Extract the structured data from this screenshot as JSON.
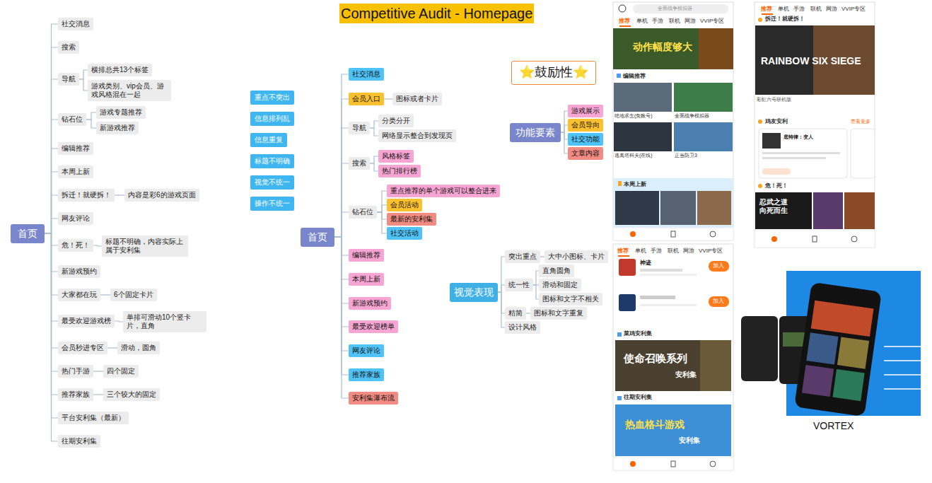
{
  "diagram": {
    "title": "Competitive Audit - Homepage",
    "nodes": [
      {
        "text": [
          "首页"
        ]
      },
      {
        "text": [
          "社交消息"
        ]
      },
      {
        "text": [
          "搜索"
        ]
      },
      {
        "text": [
          "导航"
        ]
      },
      {
        "text": [
          "横排总共13个标签"
        ]
      },
      {
        "text": [
          "游戏类别、vip会员、游戏风格混在一起"
        ]
      },
      {
        "text": [
          "钻石位"
        ]
      },
      {
        "text": [
          "游戏专题推荐"
        ]
      },
      {
        "text": [
          "新游戏推荐"
        ]
      },
      {
        "text": [
          "编辑推荐"
        ]
      },
      {
        "text": [
          "本周上新"
        ]
      },
      {
        "text": [
          "拆迁！就硬拆！"
        ]
      },
      {
        "text": [
          "内容是彩6的游戏页面"
        ]
      },
      {
        "text": [
          "网友评论"
        ]
      },
      {
        "text": [
          "危！死！"
        ]
      },
      {
        "text": [
          "标题不明确，内容实际上属于安利集"
        ]
      },
      {
        "text": [
          "新游戏预约"
        ]
      },
      {
        "text": [
          "大家都在玩"
        ]
      },
      {
        "text": [
          "6个固定卡片"
        ]
      },
      {
        "text": [
          "最受欢迎游戏榜"
        ]
      },
      {
        "text": [
          "单排可滑动10个竖卡片，直角"
        ]
      },
      {
        "text": [
          "会员秒进专区"
        ]
      },
      {
        "text": [
          "滑动，圆角"
        ]
      },
      {
        "text": [
          "热门手游"
        ]
      },
      {
        "text": [
          "四个固定"
        ]
      },
      {
        "text": [
          "推荐家族"
        ]
      },
      {
        "text": [
          "三个较大的固定"
        ]
      },
      {
        "text": [
          "平台安利集（最新）"
        ]
      },
      {
        "text": [
          "往期安利集"
        ]
      },
      {
        "text": [
          "重点不突出"
        ]
      },
      {
        "text": [
          "信息排列乱"
        ]
      },
      {
        "text": [
          "信息重复"
        ]
      },
      {
        "text": [
          "标题不明确"
        ]
      },
      {
        "text": [
          "视觉不统一"
        ]
      },
      {
        "text": [
          "操作不统一"
        ]
      },
      {
        "text": [
          "首页"
        ]
      },
      {
        "text": [
          "社交消息"
        ]
      },
      {
        "text": [
          "会员入口"
        ]
      },
      {
        "text": [
          "图标或者卡片"
        ]
      },
      {
        "text": [
          "导航"
        ]
      },
      {
        "text": [
          "分类分开"
        ]
      },
      {
        "text": [
          "网络显示整合到发现页"
        ]
      },
      {
        "text": [
          "搜索"
        ]
      },
      {
        "text": [
          "风格标签"
        ]
      },
      {
        "text": [
          "热门排行榜"
        ]
      },
      {
        "text": [
          "钻石位"
        ]
      },
      {
        "text": [
          "重点推荐的单个游戏可以整合进来"
        ]
      },
      {
        "text": [
          "会员活动"
        ]
      },
      {
        "text": [
          "最新的安利集"
        ]
      },
      {
        "text": [
          "社交活动"
        ]
      },
      {
        "text": [
          "编辑推荐"
        ]
      },
      {
        "text": [
          "本周上新"
        ]
      },
      {
        "text": [
          "新游戏预约"
        ]
      },
      {
        "text": [
          "最受欢迎榜单"
        ]
      },
      {
        "text": [
          "网友评论"
        ]
      },
      {
        "text": [
          "推荐家族"
        ]
      },
      {
        "text": [
          "安利集瀑布流"
        ]
      },
      {
        "text": [
          "⭐鼓励性⭐"
        ]
      },
      {
        "text": [
          "功能要素"
        ]
      },
      {
        "text": [
          "游戏展示"
        ]
      },
      {
        "text": [
          "会员导向"
        ]
      },
      {
        "text": [
          "社交功能"
        ]
      },
      {
        "text": [
          "文章内容"
        ]
      },
      {
        "text": [
          "视觉表现"
        ]
      },
      {
        "text": [
          "突出重点"
        ]
      },
      {
        "text": [
          "大中小图标、卡片"
        ]
      },
      {
        "text": [
          "统一性"
        ]
      },
      {
        "text": [
          "直角圆角"
        ]
      },
      {
        "text": [
          "滑动和固定"
        ]
      },
      {
        "text": [
          "图标和文字不相关"
        ]
      },
      {
        "text": [
          "精简"
        ]
      },
      {
        "text": [
          "图标和文字重复"
        ]
      },
      {
        "text": [
          "设计风格"
        ]
      }
    ],
    "edges": [
      {
        "from": 0,
        "to": 1,
        "arrow": "none"
      },
      {
        "from": 0,
        "to": 2,
        "arrow": "none"
      },
      {
        "from": 0,
        "to": 3,
        "arrow": "none"
      },
      {
        "from": 3,
        "to": 4,
        "arrow": "none"
      },
      {
        "from": 3,
        "to": 5,
        "arrow": "none"
      },
      {
        "from": 0,
        "to": 6,
        "arrow": "none"
      },
      {
        "from": 6,
        "to": 7,
        "arrow": "none"
      },
      {
        "from": 6,
        "to": 8,
        "arrow": "none"
      },
      {
        "from": 0,
        "to": 9,
        "arrow": "none"
      },
      {
        "from": 0,
        "to": 10,
        "arrow": "none"
      },
      {
        "from": 0,
        "to": 11,
        "arrow": "none"
      },
      {
        "from": 11,
        "to": 12,
        "arrow": "none"
      },
      {
        "from": 0,
        "to": 13,
        "arrow": "none"
      },
      {
        "from": 0,
        "to": 14,
        "arrow": "none"
      },
      {
        "from": 14,
        "to": 15,
        "arrow": "none"
      },
      {
        "from": 0,
        "to": 16,
        "arrow": "none"
      },
      {
        "from": 0,
        "to": 17,
        "arrow": "none"
      },
      {
        "from": 17,
        "to": 18,
        "arrow": "none"
      },
      {
        "from": 0,
        "to": 19,
        "arrow": "none"
      },
      {
        "from": 19,
        "to": 20,
        "arrow": "none"
      },
      {
        "from": 0,
        "to": 21,
        "arrow": "none"
      },
      {
        "from": 21,
        "to": 22,
        "arrow": "none"
      },
      {
        "from": 0,
        "to": 23,
        "arrow": "none"
      },
      {
        "from": 23,
        "to": 24,
        "arrow": "none"
      },
      {
        "from": 0,
        "to": 25,
        "arrow": "none"
      },
      {
        "from": 25,
        "to": 26,
        "arrow": "none"
      },
      {
        "from": 0,
        "to": 27,
        "arrow": "none"
      },
      {
        "from": 0,
        "to": 28,
        "arrow": "none"
      },
      {
        "from": 35,
        "to": 36,
        "arrow": "none"
      },
      {
        "from": 35,
        "to": 37,
        "arrow": "none"
      },
      {
        "from": 37,
        "to": 38,
        "arrow": "none"
      },
      {
        "from": 35,
        "to": 39,
        "arrow": "none"
      },
      {
        "from": 39,
        "to": 40,
        "arrow": "none"
      },
      {
        "from": 39,
        "to": 41,
        "arrow": "none"
      },
      {
        "from": 35,
        "to": 42,
        "arrow": "none"
      },
      {
        "from": 42,
        "to": 43,
        "arrow": "none"
      },
      {
        "from": 42,
        "to": 44,
        "arrow": "none"
      },
      {
        "from": 35,
        "to": 45,
        "arrow": "none"
      },
      {
        "from": 45,
        "to": 46,
        "arrow": "none"
      },
      {
        "from": 45,
        "to": 47,
        "arrow": "none"
      },
      {
        "from": 45,
        "to": 48,
        "arrow": "none"
      },
      {
        "from": 45,
        "to": 49,
        "arrow": "none"
      },
      {
        "from": 35,
        "to": 50,
        "arrow": "none"
      },
      {
        "from": 35,
        "to": 51,
        "arrow": "none"
      },
      {
        "from": 35,
        "to": 52,
        "arrow": "none"
      },
      {
        "from": 35,
        "to": 53,
        "arrow": "none"
      },
      {
        "from": 35,
        "to": 54,
        "arrow": "none"
      },
      {
        "from": 35,
        "to": 55,
        "arrow": "none"
      },
      {
        "from": 35,
        "to": 56,
        "arrow": "none"
      },
      {
        "from": 58,
        "to": 59,
        "arrow": "none"
      },
      {
        "from": 58,
        "to": 60,
        "arrow": "none"
      },
      {
        "from": 58,
        "to": 61,
        "arrow": "none"
      },
      {
        "from": 58,
        "to": 62,
        "arrow": "none"
      },
      {
        "from": 63,
        "to": 64,
        "arrow": "none"
      },
      {
        "from": 64,
        "to": 65,
        "arrow": "none"
      },
      {
        "from": 63,
        "to": 66,
        "arrow": "none"
      },
      {
        "from": 66,
        "to": 67,
        "arrow": "none"
      },
      {
        "from": 66,
        "to": 68,
        "arrow": "none"
      },
      {
        "from": 66,
        "to": 69,
        "arrow": "none"
      },
      {
        "from": 63,
        "to": 70,
        "arrow": "none"
      },
      {
        "from": 70,
        "to": 71,
        "arrow": "none"
      },
      {
        "from": 63,
        "to": 72,
        "arrow": "none"
      }
    ],
    "labels": [
      "全面战争模拟器",
      "推荐",
      "单机",
      "手游",
      "联机",
      "网游",
      "VVIP专区",
      "动作幅度够大",
      "编辑推荐",
      "绝地求生(免账号)",
      "全面战争模拟器",
      "逃离塔科夫(在线)",
      "正当防卫3",
      "本周上新",
      "推荐",
      "单机",
      "手游",
      "联机",
      "网游",
      "VVIP专区",
      "神迹",
      "加入",
      "加入",
      "菜鸡安利集",
      "使命召唤系列",
      "安利集",
      "往期安利集",
      "热血格斗游戏",
      "安利集",
      "推荐",
      "单机",
      "手游",
      "联机",
      "网游",
      "VVIP专区",
      "拆迁！就硬拆！",
      "RAINBOW SIX SIEGE",
      "彩虹六号联机版",
      "鸡友安利",
      "查看更多",
      "底特律：变人",
      "危！死！",
      "忍武之道 向死而生",
      "VORTEX"
    ]
  }
}
